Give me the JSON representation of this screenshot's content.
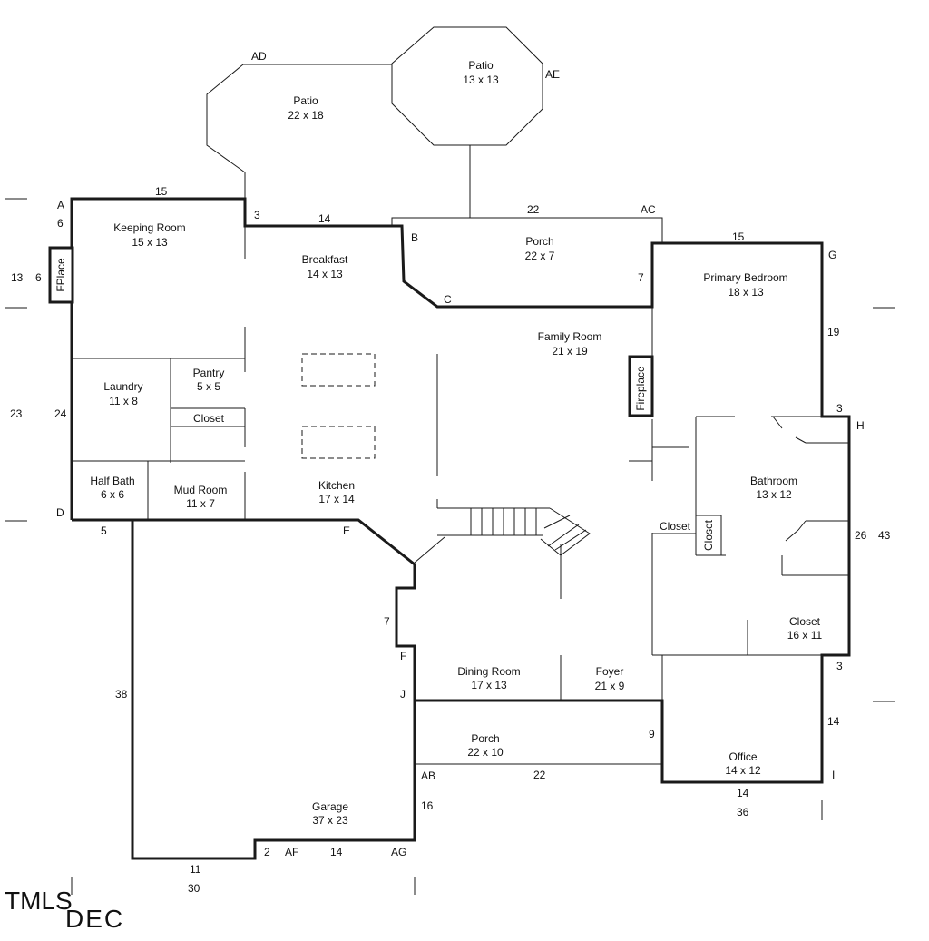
{
  "rooms": {
    "patio_left": {
      "name": "Patio",
      "dims": "22 x 18"
    },
    "patio_oct": {
      "name": "Patio",
      "dims": "13 x 13"
    },
    "keeping_room": {
      "name": "Keeping Room",
      "dims": "15 x 13"
    },
    "breakfast": {
      "name": "Breakfast",
      "dims": "14 x 13"
    },
    "porch_top": {
      "name": "Porch",
      "dims": "22 x 7"
    },
    "primary_bedroom": {
      "name": "Primary Bedroom",
      "dims": "18 x 13"
    },
    "family_room": {
      "name": "Family Room",
      "dims": "21 x 19"
    },
    "laundry": {
      "name": "Laundry",
      "dims": "11 x 8"
    },
    "pantry": {
      "name": "Pantry",
      "dims": "5 x 5"
    },
    "closet_kitchen": {
      "name": "Closet"
    },
    "half_bath": {
      "name": "Half Bath",
      "dims": "6 x 6"
    },
    "mud_room": {
      "name": "Mud Room",
      "dims": "11 x 7"
    },
    "kitchen": {
      "name": "Kitchen",
      "dims": "17 x 14"
    },
    "bathroom": {
      "name": "Bathroom",
      "dims": "13 x 12"
    },
    "closet_bath_a": {
      "name": "Closet"
    },
    "closet_bath_b": {
      "name": "Closet"
    },
    "closet_primary": {
      "name": "Closet",
      "dims": "16 x 11"
    },
    "dining_room": {
      "name": "Dining Room",
      "dims": "17 x 13"
    },
    "foyer": {
      "name": "Foyer",
      "dims": "21 x 9"
    },
    "porch_front": {
      "name": "Porch",
      "dims": "22 x 10"
    },
    "office": {
      "name": "Office",
      "dims": "14 x 12"
    },
    "garage": {
      "name": "Garage",
      "dims": "37 x 23"
    }
  },
  "fireplaces": {
    "keeping": "FPlace",
    "family": "Fireplace"
  },
  "vertex_labels": {
    "A": "A",
    "B": "B",
    "C": "C",
    "D": "D",
    "E": "E",
    "F": "F",
    "G": "G",
    "H": "H",
    "I": "I",
    "J": "J",
    "AB": "AB",
    "AC": "AC",
    "AD": "AD",
    "AE": "AE",
    "AF": "AF",
    "AG": "AG"
  },
  "dimensions": {
    "d15_top": "15",
    "d6_a": "6",
    "d13_left": "13",
    "d6_left": "6",
    "d3_top": "3",
    "d14_top": "14",
    "d22_top": "22",
    "d7_porch": "7",
    "d15_right": "15",
    "d19": "19",
    "d23": "23",
    "d24": "24",
    "d3_h": "3",
    "d5": "5",
    "d26": "26",
    "d43": "43",
    "d7_mid": "7",
    "d38": "38",
    "d3_lower": "3",
    "d14_right": "14",
    "d9": "9",
    "d22_bottom": "22",
    "d16": "16",
    "d14_office": "14",
    "d36": "36",
    "d2": "2",
    "d14_garage": "14",
    "d11": "11",
    "d30": "30"
  },
  "logo": {
    "primary": "TMLS",
    "secondary": "DEC"
  }
}
